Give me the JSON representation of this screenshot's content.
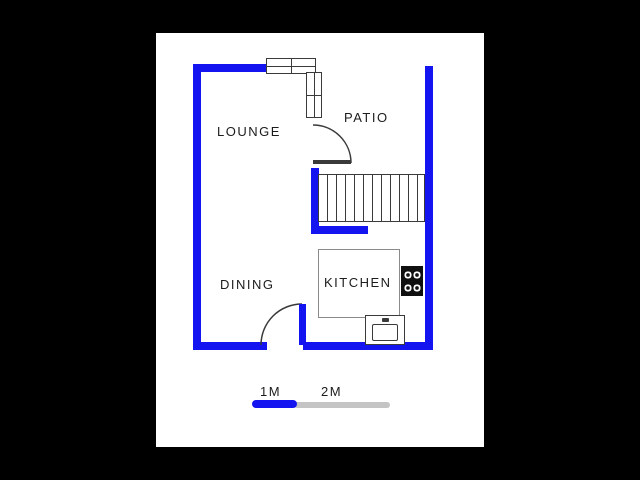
{
  "colors": {
    "background": "#000000",
    "paper": "#ffffff",
    "wall": "#1414f0",
    "outline": "#3a3a3a",
    "scale_gray": "#c4c4c4",
    "text": "#1c1c1c"
  },
  "rooms": {
    "lounge": "LOUNGE",
    "patio": "PATIO",
    "dining": "DINING",
    "kitchen": "KITCHEN"
  },
  "scale_bar": {
    "label_1m": "1M",
    "label_2m": "2M"
  }
}
